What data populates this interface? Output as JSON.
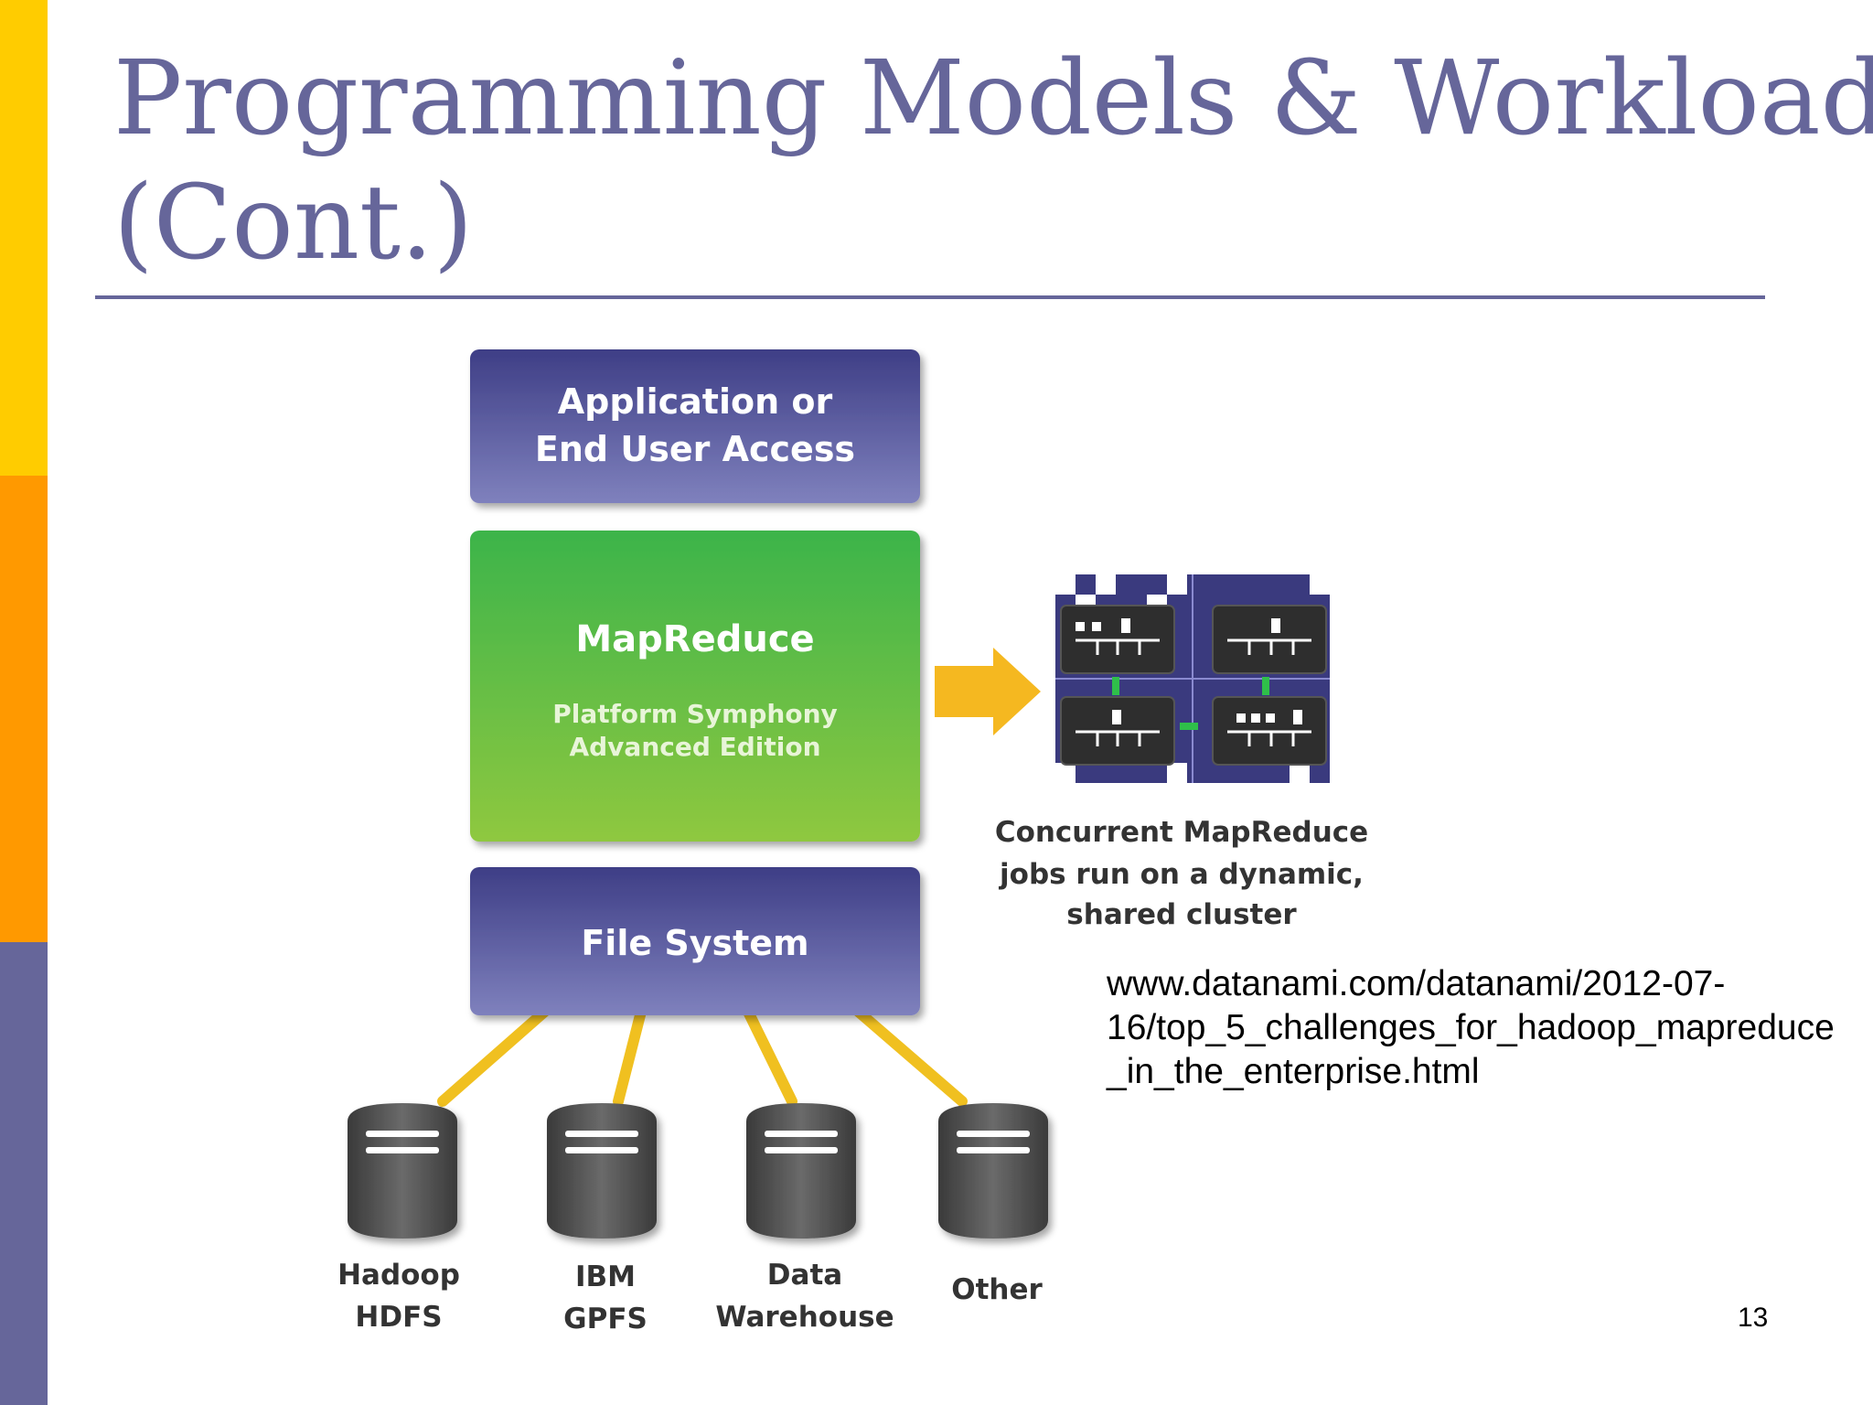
{
  "slide": {
    "title_lines": [
      "Programming Models & Workloads",
      "(Cont.)"
    ],
    "page_number": "13",
    "accent_colors": {
      "yellow": "#ffcc00",
      "orange": "#ff9900",
      "purple": "#66669a"
    }
  },
  "diagram": {
    "app_box": {
      "lines": [
        "Application or",
        "End User Access"
      ]
    },
    "mapreduce_box": {
      "title": "MapReduce",
      "subtitle_lines": [
        "Platform Symphony",
        "Advanced Edition"
      ]
    },
    "filesystem_box": {
      "label": "File System"
    },
    "cluster_caption_lines": [
      "Concurrent MapReduce",
      "jobs run on a dynamic,",
      "shared cluster"
    ],
    "storage": [
      {
        "lines": [
          "Hadoop",
          "HDFS"
        ]
      },
      {
        "lines": [
          "IBM",
          "GPFS"
        ]
      },
      {
        "lines": [
          "Data",
          "Warehouse"
        ]
      },
      {
        "lines": [
          "Other"
        ]
      }
    ],
    "colors": {
      "purple_box": "#4f4f93",
      "green_box": "#4cb848",
      "arrow": "#f5b820",
      "connector": "#f0c020",
      "cylinder": "#505050"
    }
  },
  "citation": {
    "lines": [
      "www.datanami.com/datanami/2012-07-",
      "16/top_5_challenges_for_hadoop_mapreduce",
      "_in_the_enterprise.html"
    ]
  }
}
